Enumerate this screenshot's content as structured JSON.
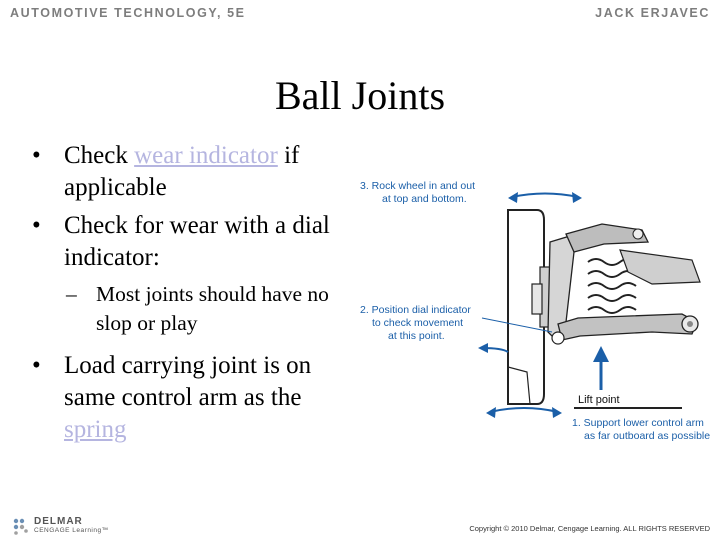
{
  "header": {
    "left": "AUTOMOTIVE TECHNOLOGY, 5E",
    "right": "JACK ERJAVEC"
  },
  "title": "Ball Joints",
  "bullets": {
    "b1_prefix": "Check ",
    "b1_link": "wear indicator",
    "b1_suffix": " if applicable",
    "b2": "Check for wear with a dial indicator:",
    "b2_sub": "Most joints should have no slop or play",
    "b3_prefix": "Load carrying joint is on same control arm as the ",
    "b3_link": "spring"
  },
  "figure": {
    "caption_3_line1": "3. Rock wheel in and out",
    "caption_3_line2": "at top and bottom.",
    "caption_2_line1": "2. Position dial indicator",
    "caption_2_line2": "to check movement",
    "caption_2_line3": "at this point.",
    "lift_point": "Lift point",
    "caption_1_line1": "1. Support lower control arm",
    "caption_1_line2": "as far outboard as possible",
    "caption_color": "#1b5fa8"
  },
  "footer": {
    "logo_line1": "DELMAR",
    "logo_line2": "CENGAGE Learning™",
    "copyright": "Copyright © 2010 Delmar, Cengage Learning. ALL RIGHTS RESERVED"
  },
  "colors": {
    "link": "#b5b5e0",
    "header_text": "#7d7d7d"
  }
}
